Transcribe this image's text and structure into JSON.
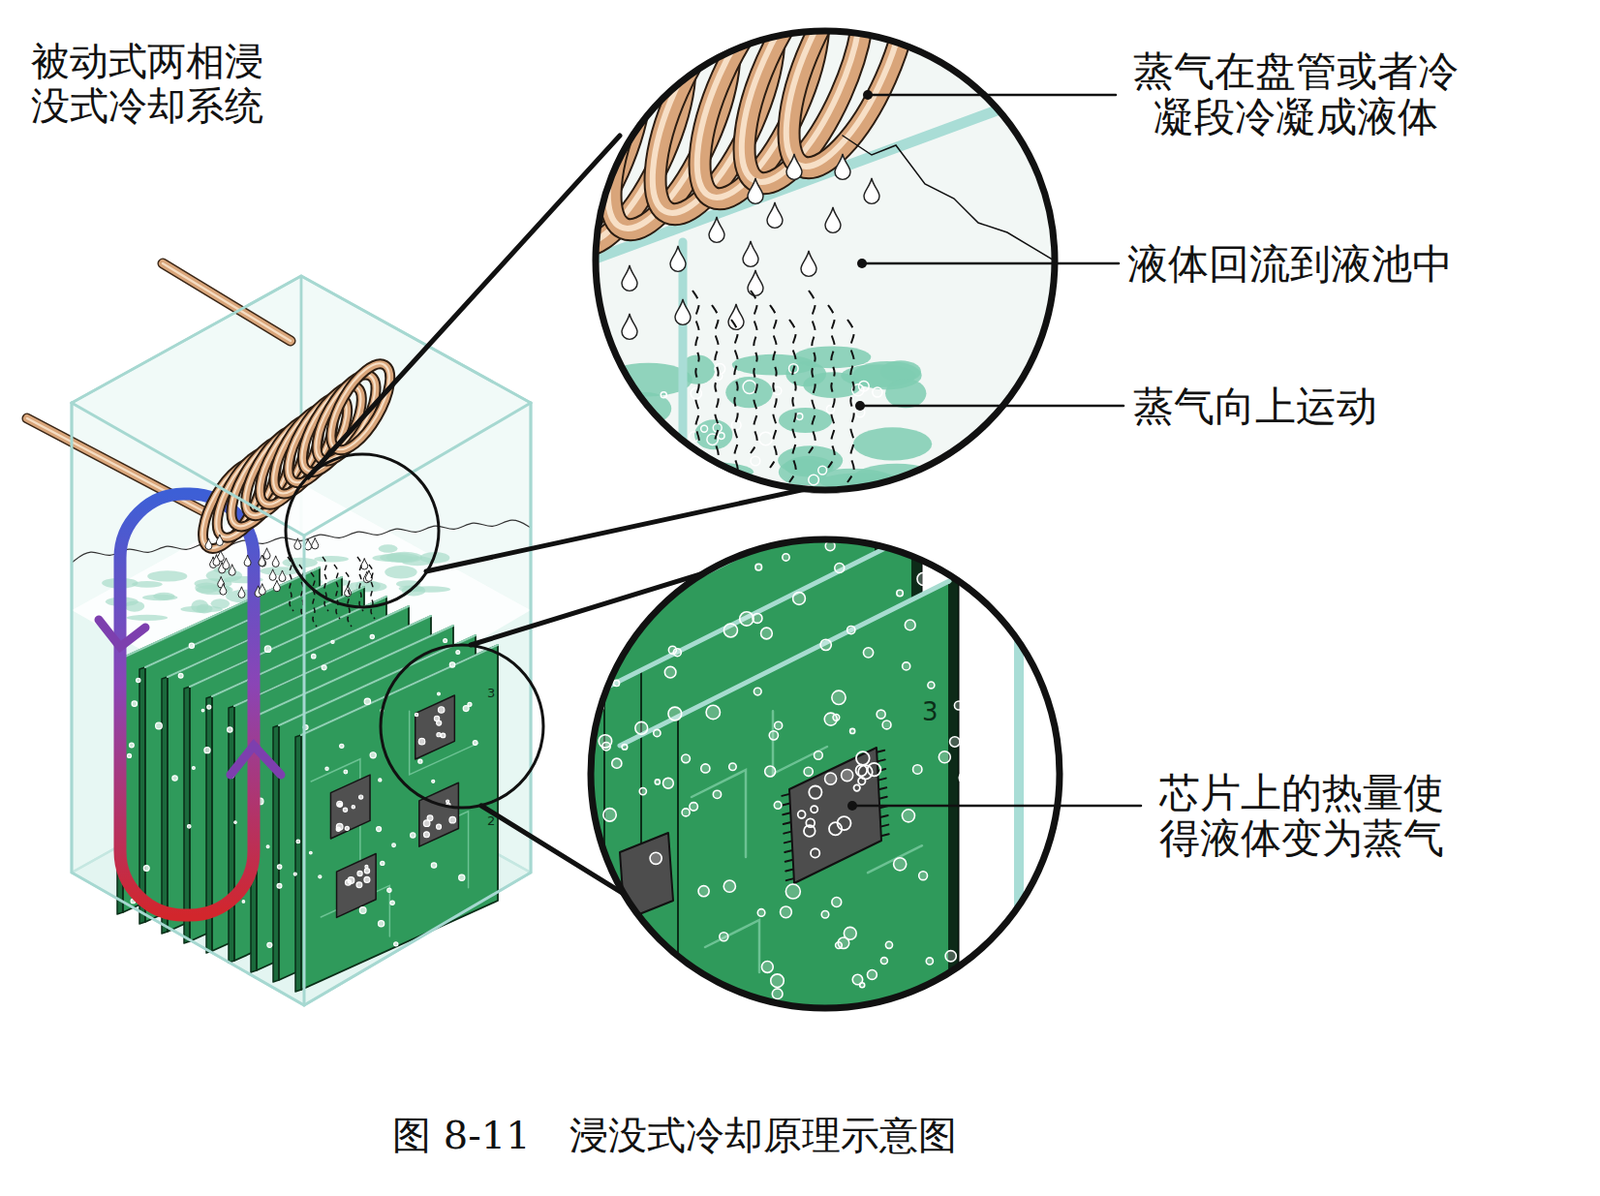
{
  "diagram": {
    "title": "被动式两相浸 没式冷却系统",
    "caption": "图 8-11　浸没式冷却原理示意图",
    "labels": [
      "蒸气在盘管或者冷 凝段冷凝成液体",
      "液体回流到液池中",
      "蒸气向上运动",
      "芯片上的热量使 得液体变为蒸气",
      "3",
      "2",
      "3"
    ]
  }
}
